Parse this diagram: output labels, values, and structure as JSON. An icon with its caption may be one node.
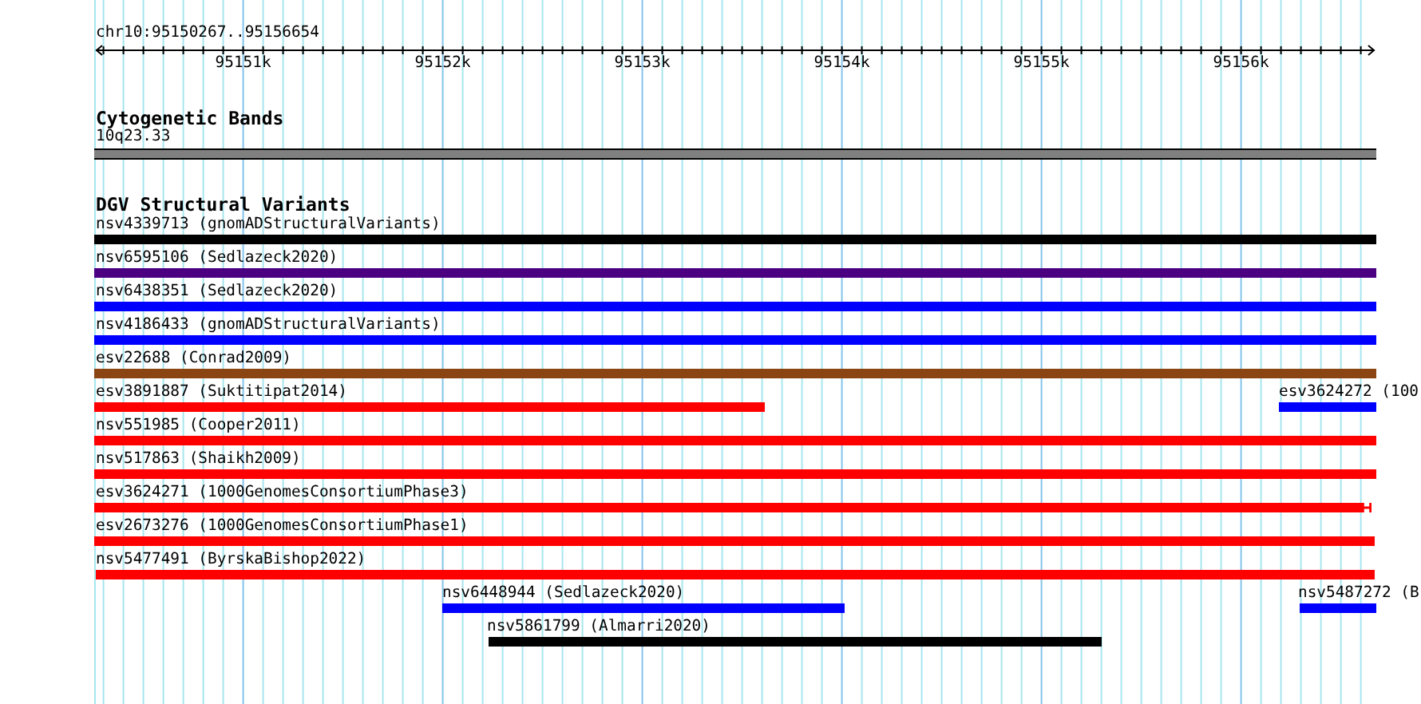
{
  "diagram": {
    "nodes": [
      {
        "text": [
          "10q23.33"
        ]
      },
      {
        "text": [
          "nsv4339713 (gnomADStructuralVariants)"
        ]
      },
      {
        "text": [
          "nsv6595106 (Sedlazeck2020)"
        ]
      },
      {
        "text": [
          "nsv6438351 (Sedlazeck2020)"
        ]
      },
      {
        "text": [
          "nsv4186433 (gnomADStructuralVariants)"
        ]
      },
      {
        "text": [
          "esv22688 (Conrad2009)"
        ]
      },
      {
        "text": [
          "esv3891887 (Suktitipat2014)"
        ]
      },
      {
        "text": [
          "esv3624272 (100"
        ]
      },
      {
        "text": [
          "nsv551985 (Cooper2011)"
        ]
      },
      {
        "text": [
          "nsv517863 (Shaikh2009)"
        ]
      },
      {
        "text": [
          "esv3624271 (1000GenomesConsortiumPhase3)"
        ]
      },
      {
        "text": [
          "esv2673276 (1000GenomesConsortiumPhase1)"
        ]
      },
      {
        "text": [
          "nsv5477491 (ByrskaBishop2022)"
        ]
      },
      {
        "text": [
          "nsv6448944 (Sedlazeck2020)"
        ]
      },
      {
        "text": [
          "nsv5487272 (B"
        ]
      },
      {
        "text": [
          "nsv5861799 (Almarri2020)"
        ]
      }
    ],
    "labels": [
      "chr10:95150267..95156654",
      "95151k",
      "95152k",
      "95153k",
      "95154k",
      "95155k",
      "95156k",
      "Cytogenetic Bands",
      "DGV Structural Variants"
    ]
  }
}
